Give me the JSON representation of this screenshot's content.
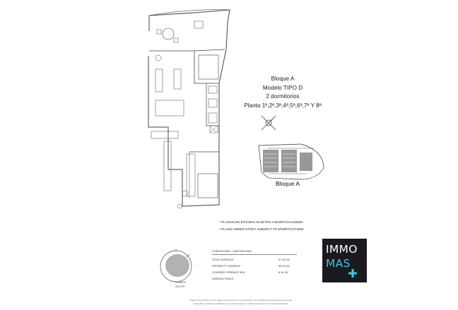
{
  "title_block": {
    "line1": "Bloque A",
    "line2": "Modelo TIPO D",
    "line3": "2 dormitorios",
    "line4": "Planta 1ª,2ª,3ª,4ª,5ª,6ª,7ª Y 8ª"
  },
  "site_plan": {
    "label": "Bloque A"
  },
  "notes": {
    "es": "* PLANOS EN ESTUDIO SUJETOS A MODIFICACIONES",
    "en": "* PLANS UNDER STUDY SUBJECT TO MODIFICATIONS"
  },
  "sun_path": {
    "summer": "SUMMER",
    "winter": "WINTER"
  },
  "summary": {
    "header": "2 BEDROOMS / 2 BATHROOMS",
    "rows": [
      {
        "label": "TOTAL SURFACE",
        "value": "97.44 M2"
      },
      {
        "label": "PROPERTY SURFACE",
        "value": "89.29 M2"
      },
      {
        "label": "COVERED TERRACE 50%",
        "value": "8.15 M2"
      },
      {
        "label": "PARKING SPACE",
        "value": ""
      }
    ]
  },
  "logo": {
    "line1": "IMMO",
    "line2": "MAS",
    "accent": "#44c4e8",
    "background": "#1a1a20"
  },
  "footer": {
    "line1": "Property information may be subject to errors and is not contractual. The surfaces expressed are approximate,",
    "line2": "being able to undergo modifications by technical reasons. Artistic Images Free Of Contractual Nature."
  }
}
